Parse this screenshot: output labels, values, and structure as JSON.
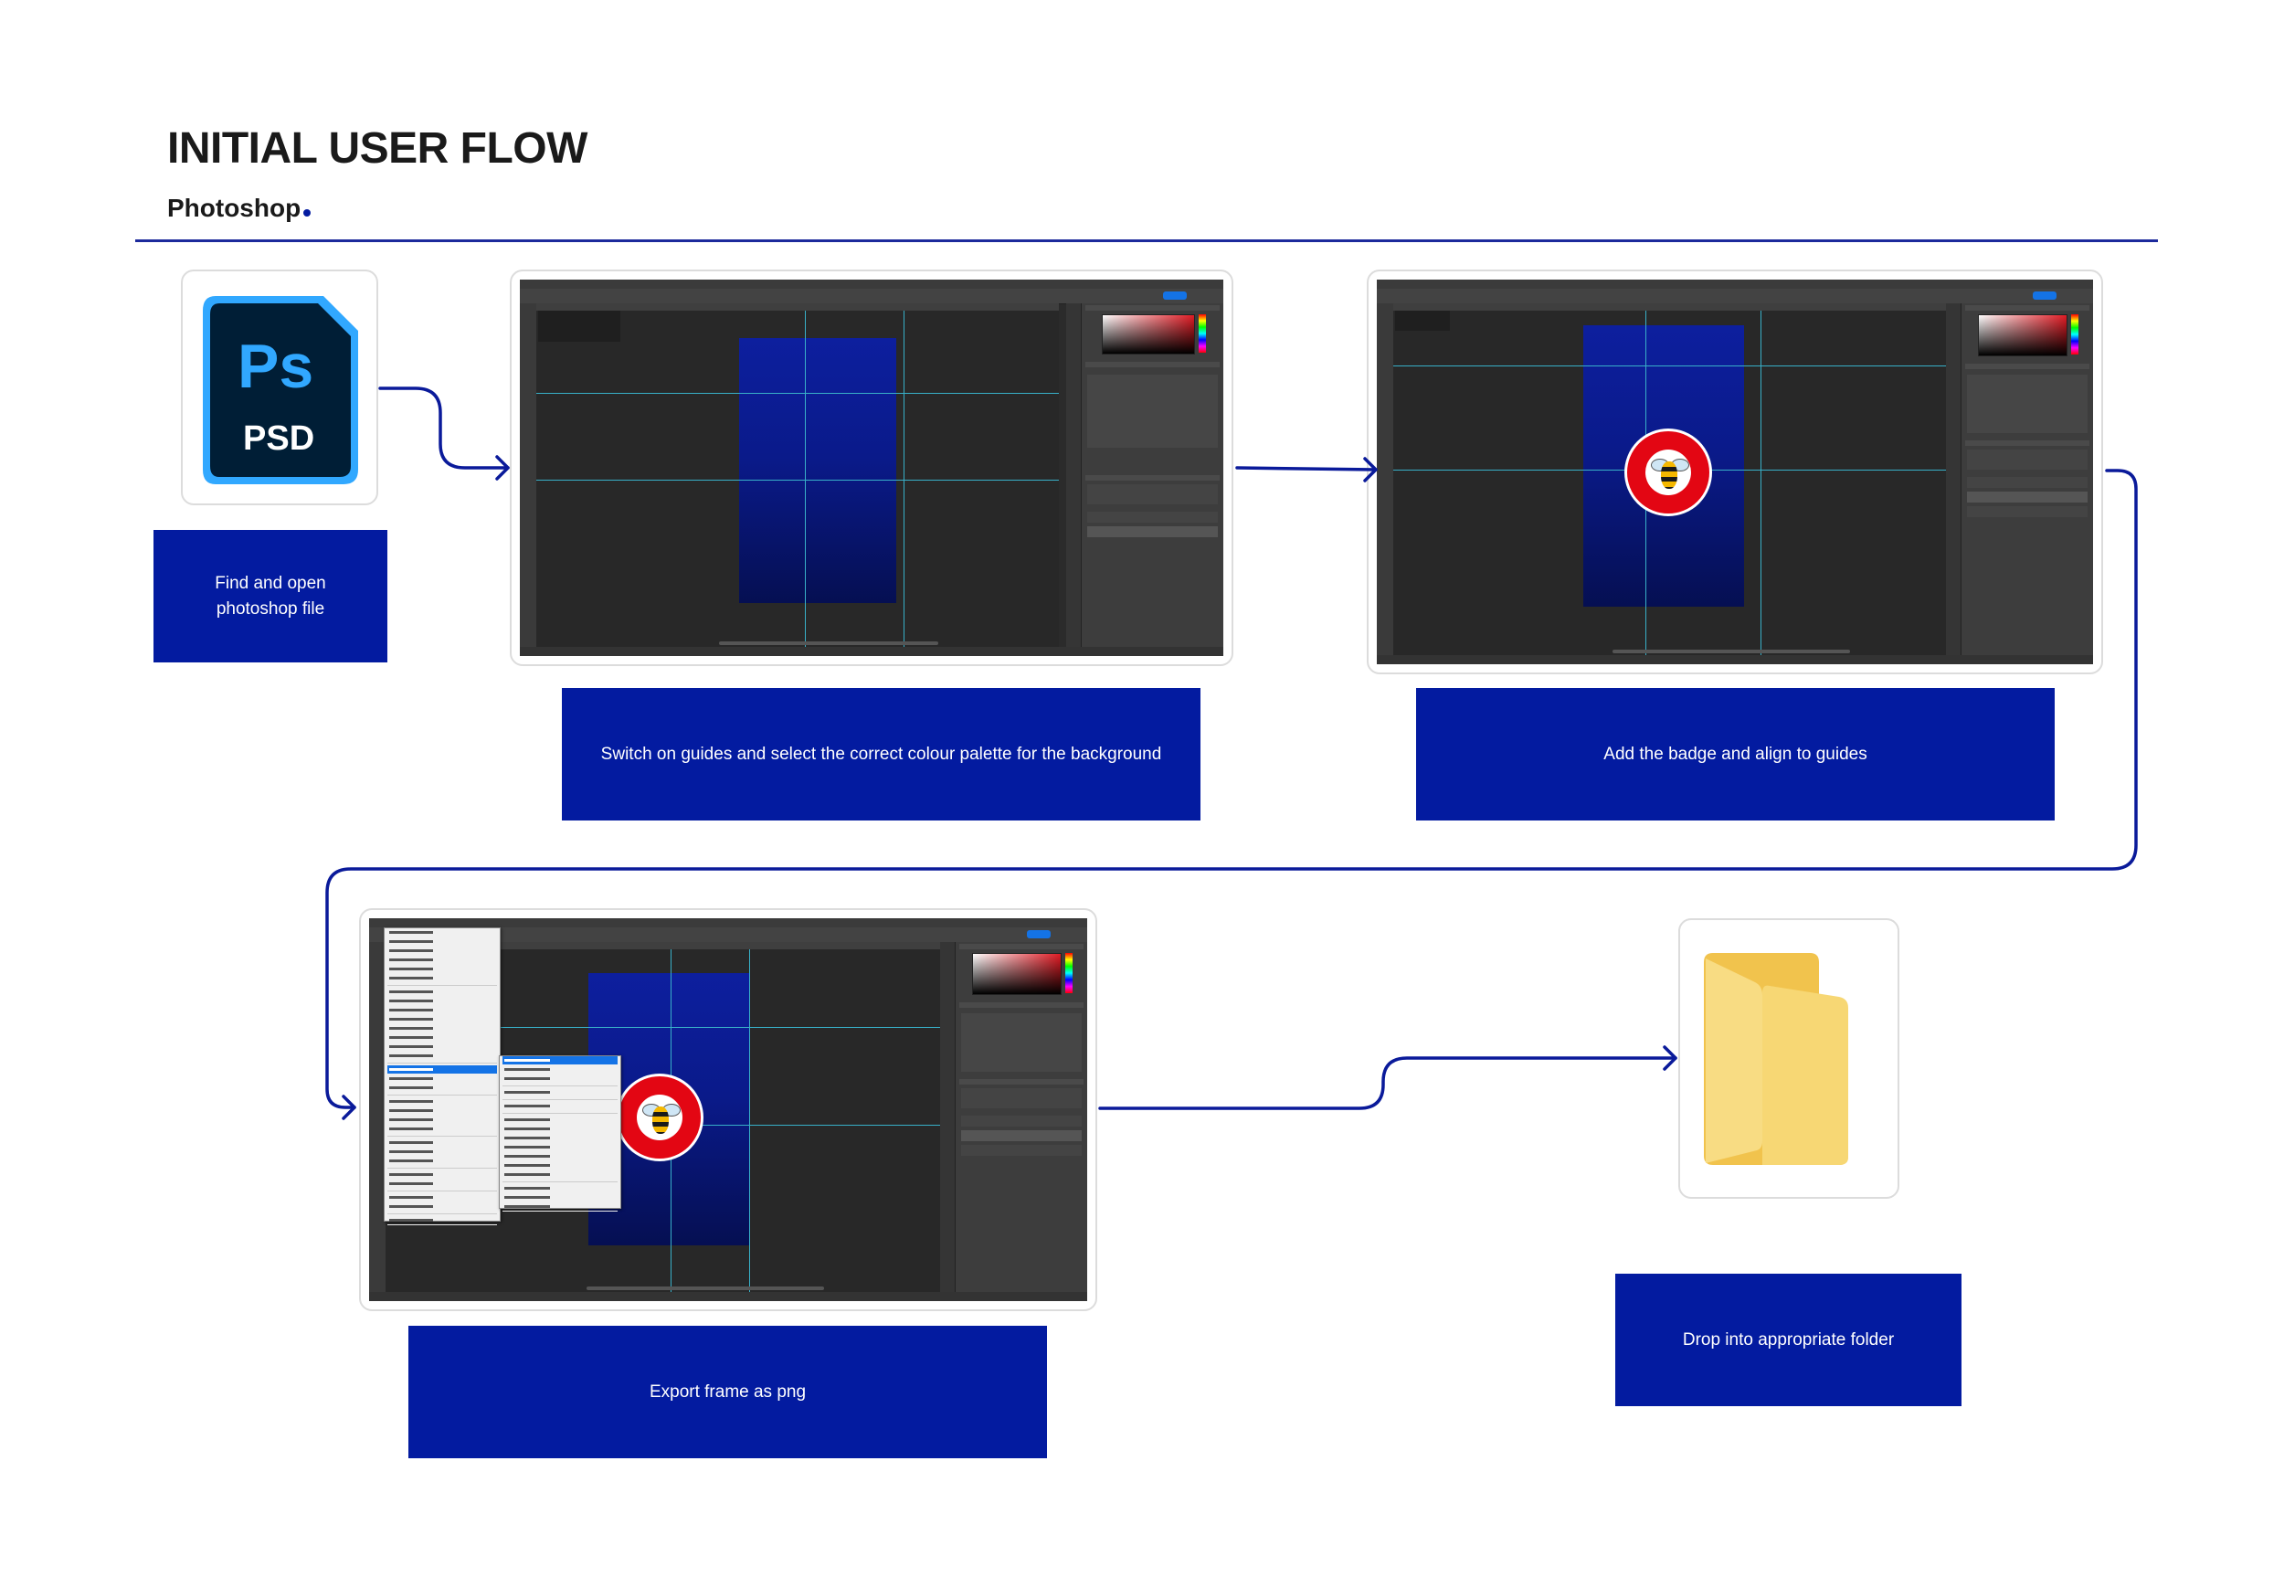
{
  "page": {
    "title": "INITIAL USER FLOW",
    "subtitle": "Photoshop"
  },
  "colors": {
    "primary": "#031ba0",
    "rule": "#1c2a9c",
    "text": "#1a1a1a",
    "ps_blue": "#31a8ff",
    "ps_dark": "#001e36",
    "folder": "#f7d774",
    "badge_red": "#e30613"
  },
  "steps": [
    {
      "label": "Find and open photoshop file",
      "icon": "photoshop-psd-icon",
      "icon_letters": "Ps",
      "icon_ext": "PSD"
    },
    {
      "label": "Switch on guides and select the correct colour palette for the background"
    },
    {
      "label": "Add the badge and align to guides"
    },
    {
      "label": "Export frame as png"
    },
    {
      "label": "Drop into appropriate folder",
      "icon": "folder-icon"
    }
  ]
}
